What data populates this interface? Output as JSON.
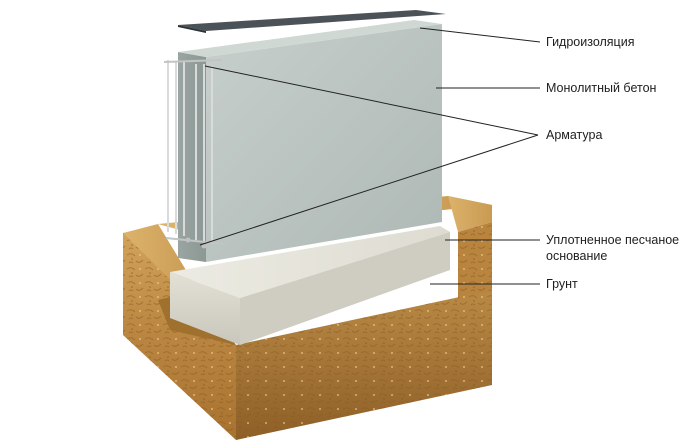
{
  "labels": {
    "waterproofing": "Гидроизоляция",
    "concrete": "Монолитный бетон",
    "rebar": "Арматура",
    "sand_line1": "Уплотненное песчаное",
    "sand_line2": "основание",
    "soil": "Грунт"
  },
  "colors": {
    "concrete": "#b7c1bd",
    "sand": "#d9d6c9",
    "soil": "#c99a52",
    "waterproofing": "#4c5358",
    "rebar": "#d8dadb",
    "leader_line": "#222222"
  }
}
